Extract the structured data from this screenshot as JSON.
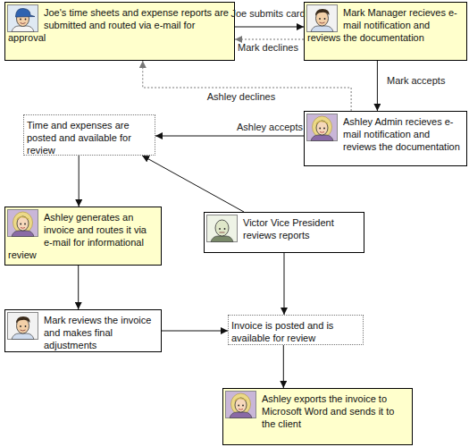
{
  "diagram": {
    "nodes": [
      {
        "text": [
          "Joe's time sheets and expense reports are submitted and routed via e-mail for approval"
        ]
      },
      {
        "text": [
          "Mark Manager recieves e-mail notification and reviews the documentation"
        ]
      },
      {
        "text": [
          "Ashley Admin recieves e-mail notification and reviews the documentation"
        ]
      },
      {
        "text": [
          "Time and expenses are posted and available for review"
        ]
      },
      {
        "text": [
          "Victor Vice President reviews reports"
        ]
      },
      {
        "text": [
          "Ashley generates an invoice and routes it via e-mail for informational review"
        ]
      },
      {
        "text": [
          "Mark reviews the invoice and makes final adjustments"
        ]
      },
      {
        "text": [
          "Invoice is posted and is available for review"
        ]
      },
      {
        "text": [
          "Ashley exports the invoice to Microsoft Word and sends it to the client"
        ]
      }
    ],
    "edges": [
      {
        "from": 0,
        "to": 1,
        "label": "Joe submits card",
        "arrow": "to"
      },
      {
        "from": 1,
        "to": 0,
        "label": "Mark declines",
        "arrow": "to"
      },
      {
        "from": 1,
        "to": 2,
        "label": "Mark accepts",
        "arrow": "to"
      },
      {
        "from": 2,
        "to": 0,
        "label": "Ashley declines",
        "arrow": "to"
      },
      {
        "from": 2,
        "to": 3,
        "label": "Ashley accepts",
        "arrow": "to"
      },
      {
        "from": 3,
        "to": 5,
        "arrow": "to"
      },
      {
        "from": 4,
        "to": 3,
        "arrow": "to"
      },
      {
        "from": 5,
        "to": 6,
        "arrow": "to"
      },
      {
        "from": 6,
        "to": 7,
        "arrow": "to"
      },
      {
        "from": 4,
        "to": 7,
        "arrow": "to"
      },
      {
        "from": 7,
        "to": 8,
        "arrow": "to"
      }
    ]
  }
}
